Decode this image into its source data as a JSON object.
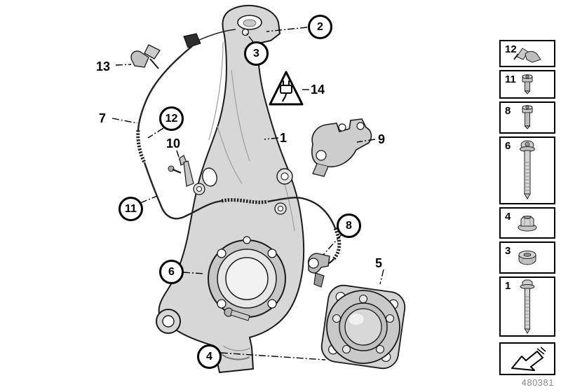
{
  "figure": {
    "code": "480381"
  },
  "callouts": [
    {
      "id": "1",
      "type": "plain",
      "part": "steering-knuckle"
    },
    {
      "id": "2",
      "type": "circled",
      "part": "top-mount-bolt"
    },
    {
      "id": "3",
      "type": "circled",
      "part": "top-mount-nut"
    },
    {
      "id": "4",
      "type": "circled",
      "part": "hub-flange-bolt"
    },
    {
      "id": "5",
      "type": "plain",
      "part": "wheel-hub-bearing-unit"
    },
    {
      "id": "6",
      "type": "circled",
      "part": "carrier-bolt"
    },
    {
      "id": "7",
      "type": "plain",
      "part": "abs-sensor-cable"
    },
    {
      "id": "8",
      "type": "circled",
      "part": "sensor-screw"
    },
    {
      "id": "9",
      "type": "plain",
      "part": "holder-bracket"
    },
    {
      "id": "10",
      "type": "plain",
      "part": "cable-bracket"
    },
    {
      "id": "11",
      "type": "circled",
      "part": "bracket-screw"
    },
    {
      "id": "12",
      "type": "circled",
      "part": "cable-clip"
    },
    {
      "id": "13",
      "type": "plain",
      "part": "retaining-clip"
    },
    {
      "id": "14",
      "type": "plain",
      "part": "connector-warning"
    }
  ],
  "sidebar": {
    "items": [
      {
        "label": "12",
        "icon": "retaining-clip-icon"
      },
      {
        "label": "11",
        "icon": "socket-head-screw-icon"
      },
      {
        "label": "8",
        "icon": "socket-head-screw-icon"
      },
      {
        "label": "6",
        "icon": "torx-bolt-long-icon"
      },
      {
        "label": "4",
        "icon": "flange-nut-icon"
      },
      {
        "label": "3",
        "icon": "hex-nut-icon"
      },
      {
        "label": "1",
        "icon": "flange-bolt-long-icon"
      }
    ],
    "footer_icon": "viewing-direction-arrow-icon"
  },
  "warning": {
    "symbol": "electrical-connector-warning"
  }
}
